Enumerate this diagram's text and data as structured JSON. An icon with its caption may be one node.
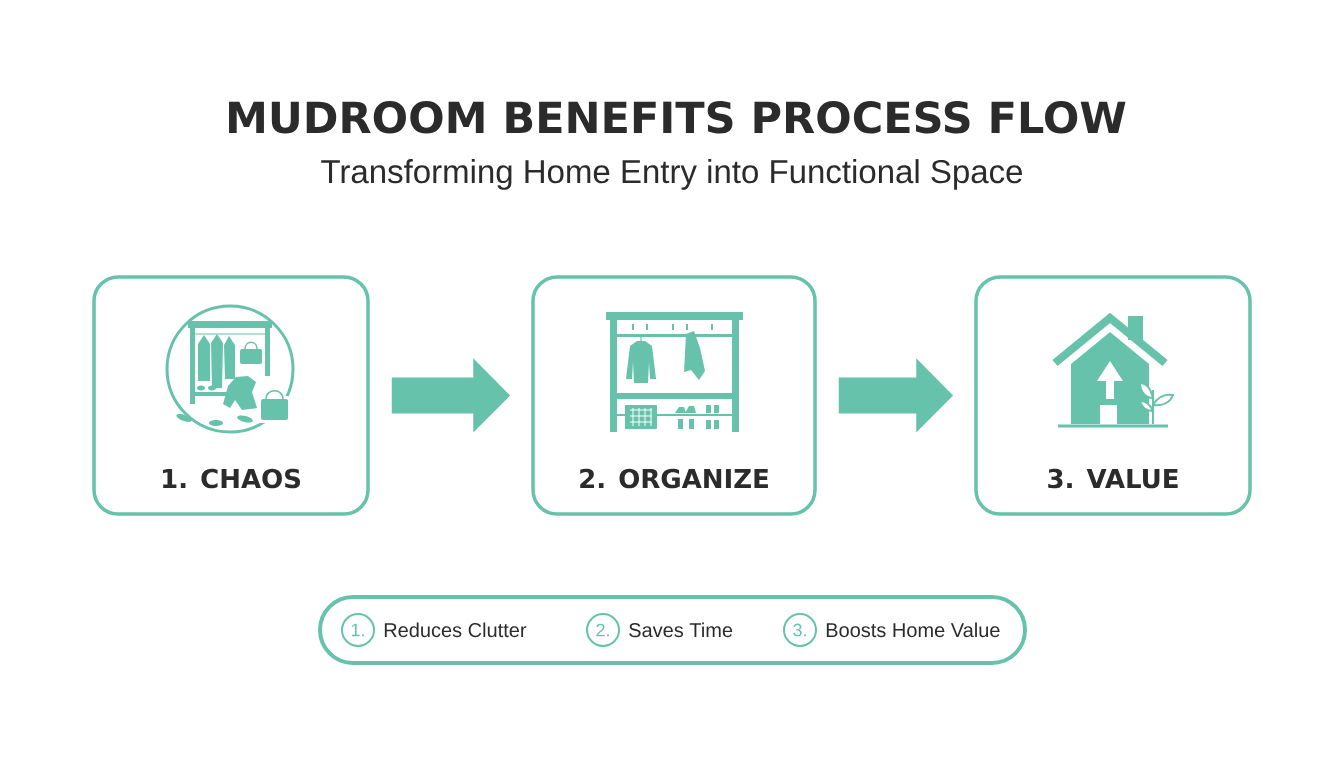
{
  "diagram": {
    "title": "MUDROOM BENEFITS PROCESS FLOW",
    "nodes": [
      {
        "text": [
          "1. CHAOS"
        ]
      },
      {
        "text": [
          "2. ORGANIZE"
        ]
      },
      {
        "text": [
          "3. VALUE"
        ]
      },
      {
        "text": [],
        "shape": "box"
      },
      {
        "text": [
          "1."
        ],
        "in": 3,
        "beside": [
          "Reduces Clutter"
        ]
      },
      {
        "text": [
          "2."
        ],
        "in": 3,
        "beside": [
          "Saves Time"
        ]
      },
      {
        "text": [
          "3."
        ],
        "in": 3,
        "beside": [
          "Boosts Home Value"
        ]
      }
    ],
    "edges": [
      {
        "from": 0,
        "to": 1,
        "arrow": "to"
      },
      {
        "from": 1,
        "to": 2,
        "arrow": "to"
      }
    ],
    "labels": [
      "Transforming Home Entry into Functional Space"
    ]
  }
}
